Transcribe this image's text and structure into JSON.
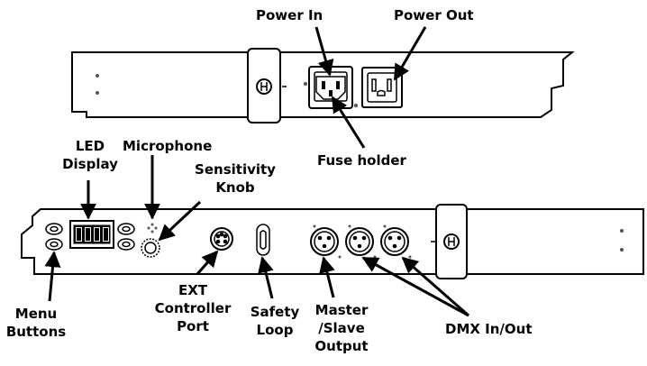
{
  "colors": {
    "stroke": "#000000",
    "fill": "#ffffff",
    "dot": "#555555"
  },
  "labels": {
    "power_in": "Power In",
    "power_out": "Power Out",
    "fuse_holder": "Fuse holder",
    "led_display": [
      "LED",
      "Display"
    ],
    "microphone": "Microphone",
    "sensitivity_knob": [
      "Sensitivity",
      "Knob"
    ],
    "menu_buttons": [
      "Menu",
      "Buttons"
    ],
    "ext_controller_port": [
      "EXT",
      "Controller",
      "Port"
    ],
    "safety_loop": [
      "Safety",
      "Loop"
    ],
    "master_slave_output": [
      "Master",
      "/Slave",
      "Output"
    ],
    "dmx_in_out": "DMX In/Out"
  }
}
